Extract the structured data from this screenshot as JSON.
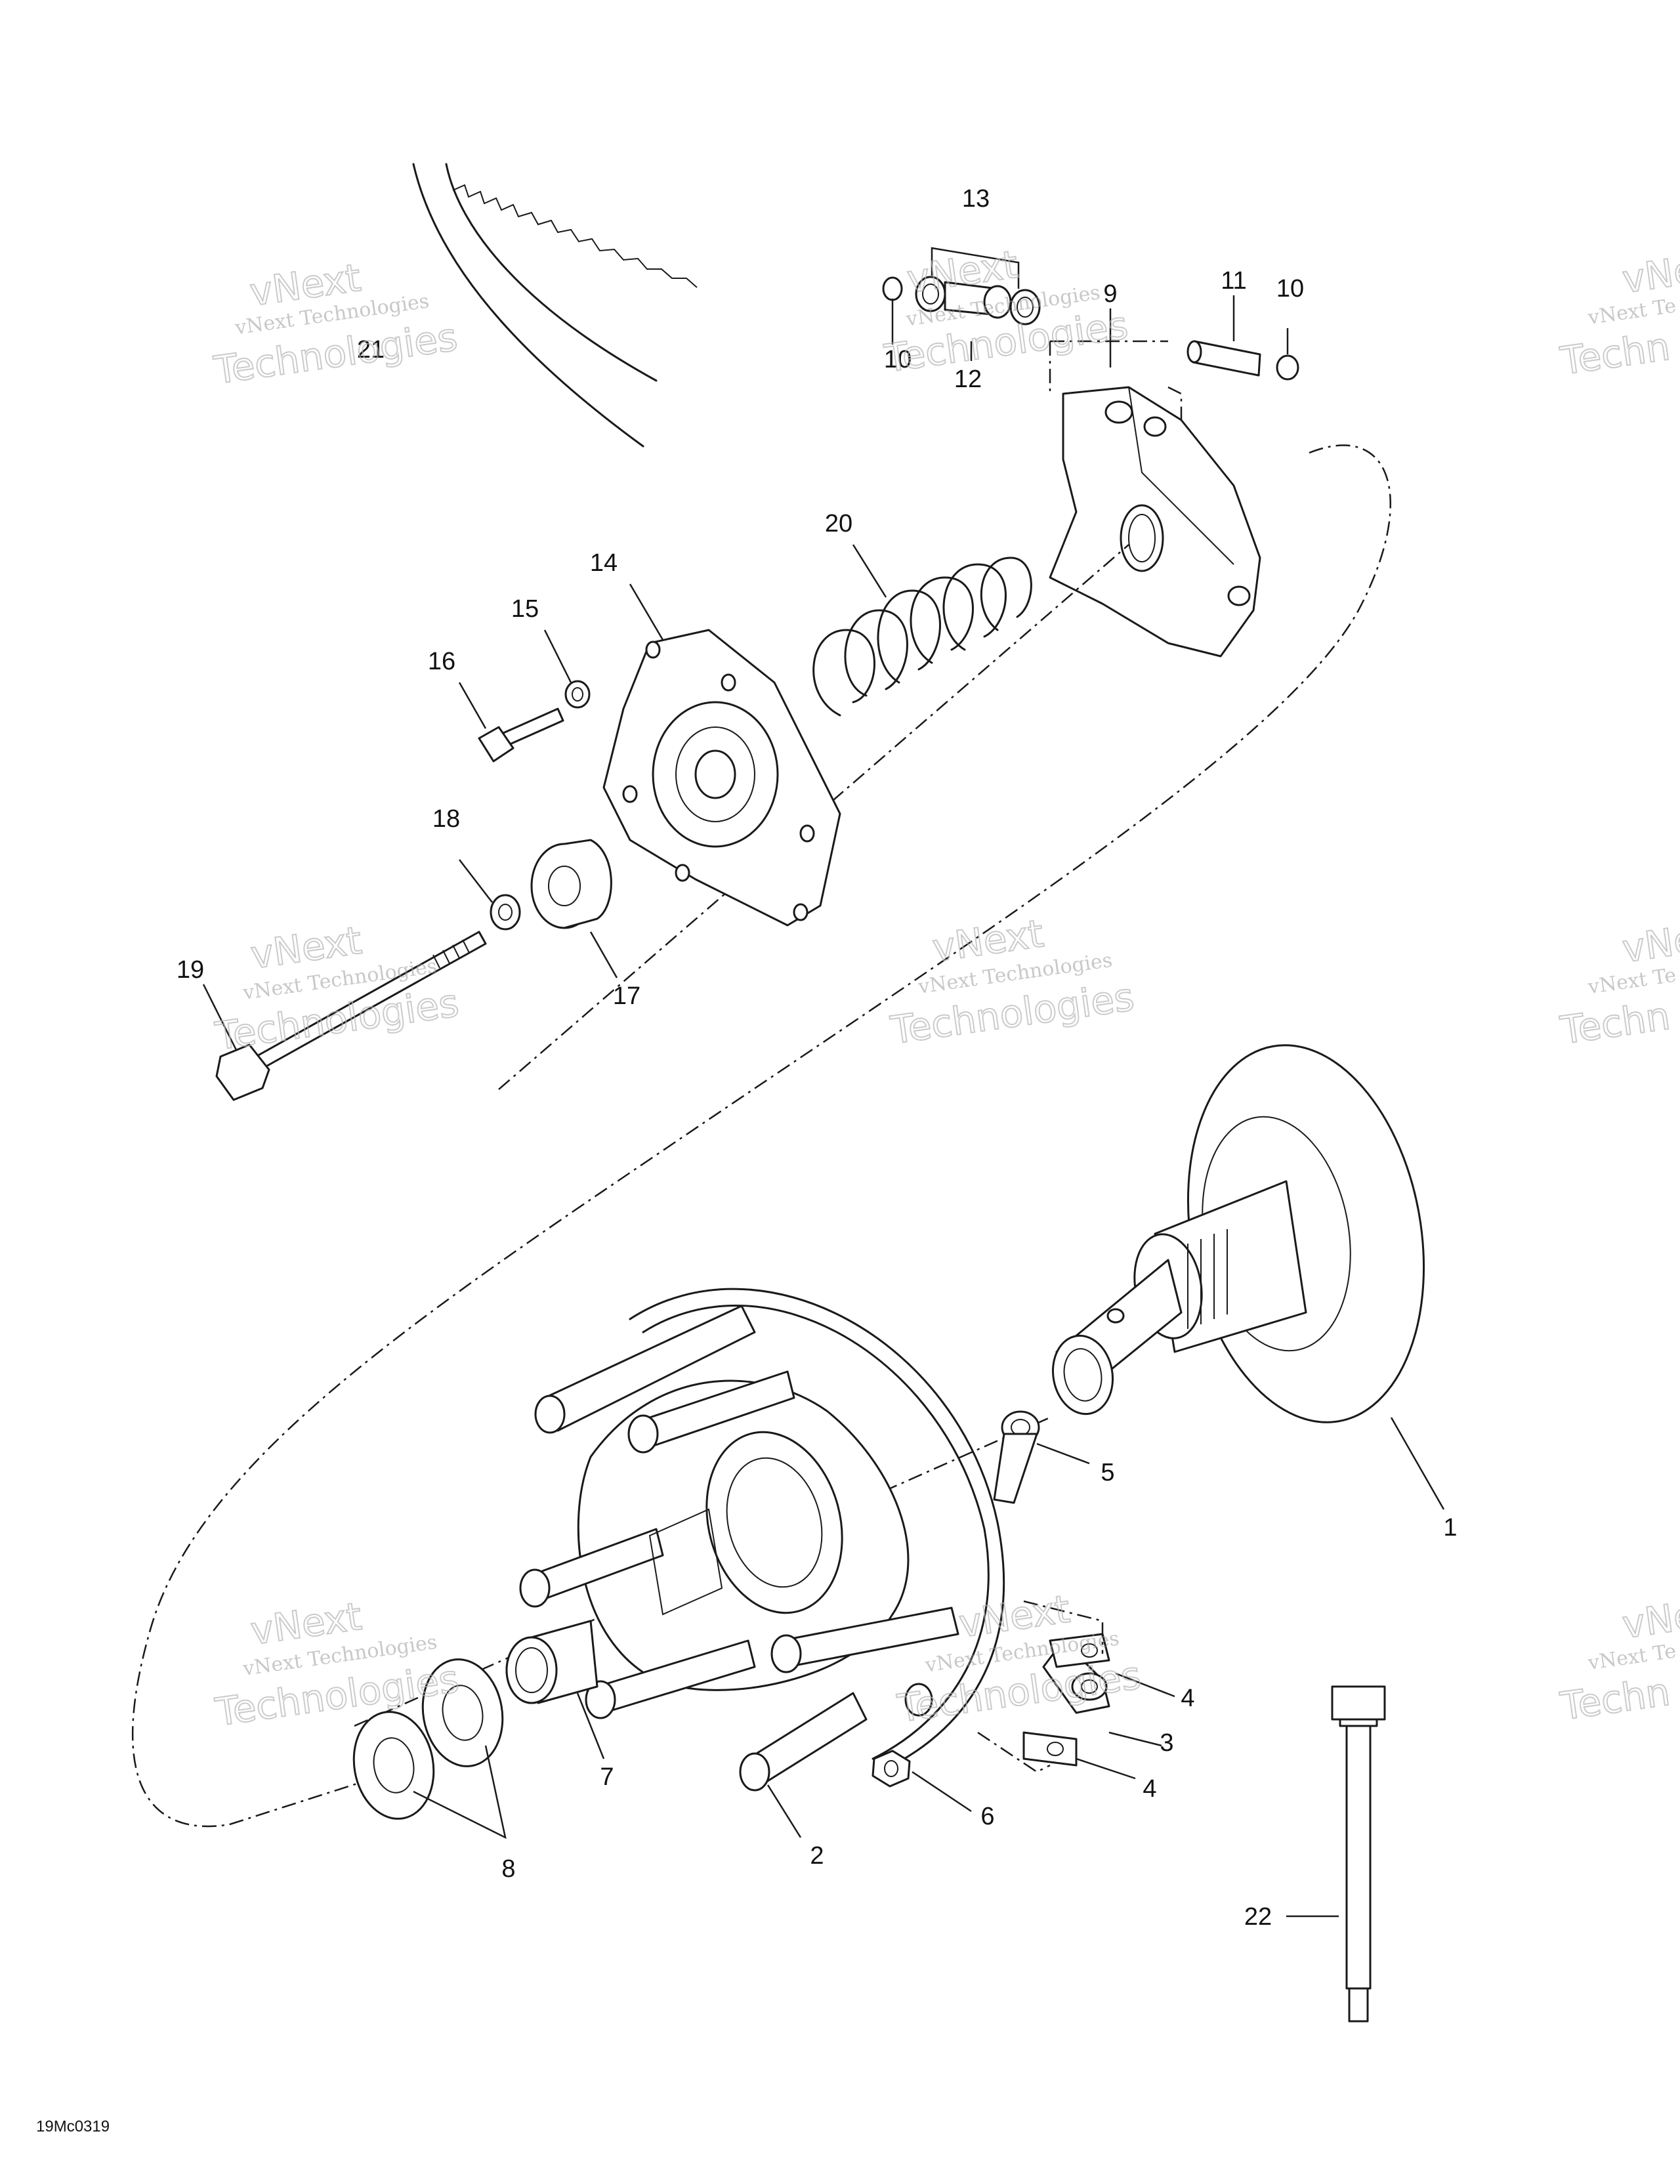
{
  "callouts": [
    {
      "id": "c1",
      "text": "1"
    },
    {
      "id": "c2",
      "text": "2"
    },
    {
      "id": "c3",
      "text": "3"
    },
    {
      "id": "c4a",
      "text": "4"
    },
    {
      "id": "c4b",
      "text": "4"
    },
    {
      "id": "c5",
      "text": "5"
    },
    {
      "id": "c6",
      "text": "6"
    },
    {
      "id": "c7",
      "text": "7"
    },
    {
      "id": "c8",
      "text": "8"
    },
    {
      "id": "c9",
      "text": "9"
    },
    {
      "id": "c10a",
      "text": "10"
    },
    {
      "id": "c10b",
      "text": "10"
    },
    {
      "id": "c11",
      "text": "11"
    },
    {
      "id": "c12",
      "text": "12"
    },
    {
      "id": "c13",
      "text": "13"
    },
    {
      "id": "c14",
      "text": "14"
    },
    {
      "id": "c15",
      "text": "15"
    },
    {
      "id": "c16",
      "text": "16"
    },
    {
      "id": "c17",
      "text": "17"
    },
    {
      "id": "c18",
      "text": "18"
    },
    {
      "id": "c19",
      "text": "19"
    },
    {
      "id": "c20",
      "text": "20"
    },
    {
      "id": "c21",
      "text": "21"
    },
    {
      "id": "c22",
      "text": "22"
    }
  ],
  "document_ref": "19Mc0319",
  "watermark": {
    "line1": "vNext Technologies",
    "line2": "vNext",
    "line3": "Technologies",
    "partial1": "vNext Te",
    "partial2": "vNe",
    "partial3": "Techn"
  }
}
